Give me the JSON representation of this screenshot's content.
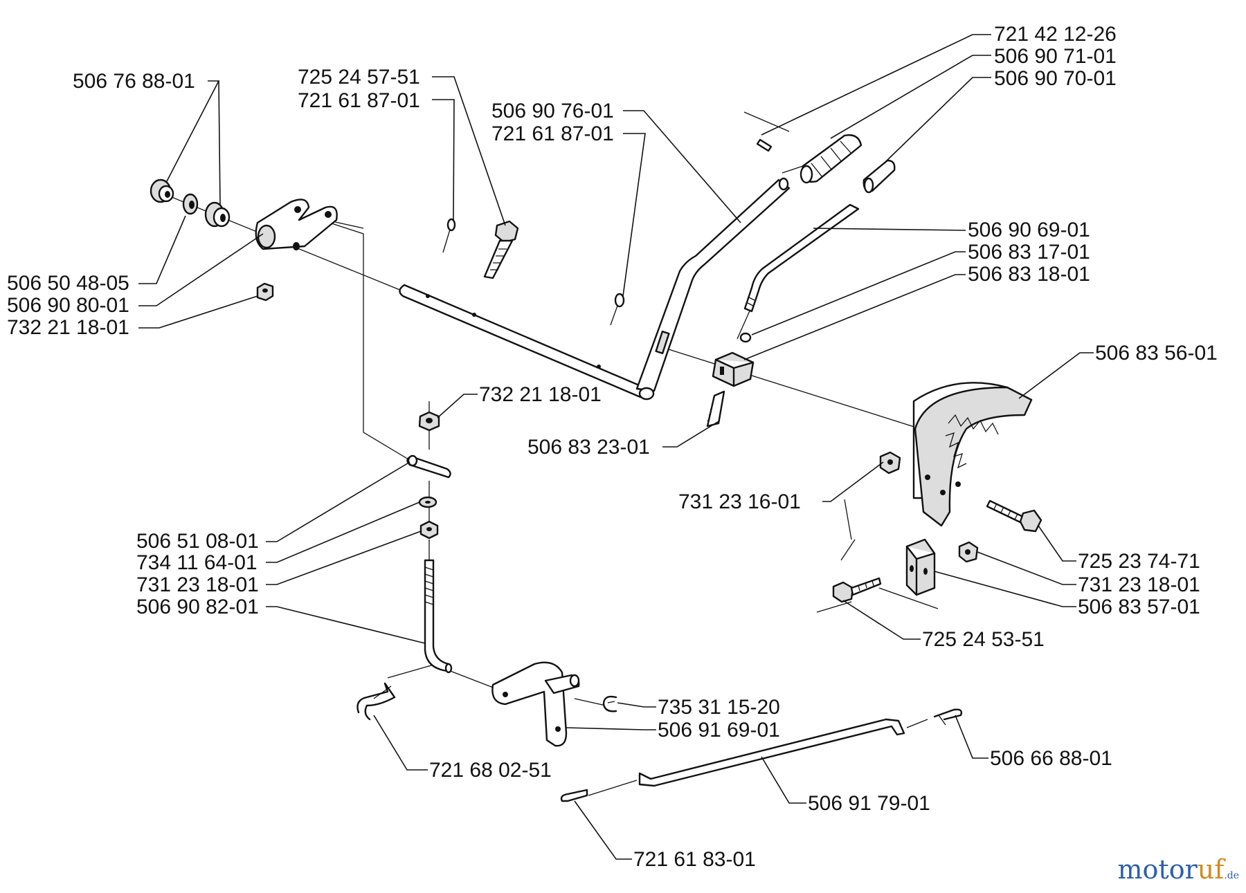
{
  "diagram": {
    "parts": [
      {
        "id": "p01",
        "label": "721 42 12-26"
      },
      {
        "id": "p02",
        "label": "506 90 71-01"
      },
      {
        "id": "p03",
        "label": "506 90 70-01"
      },
      {
        "id": "p04",
        "label": "506 76 88-01"
      },
      {
        "id": "p05",
        "label": "725 24 57-51"
      },
      {
        "id": "p06",
        "label": "721 61 87-01"
      },
      {
        "id": "p07",
        "label": "506 90 76-01"
      },
      {
        "id": "p08",
        "label": "721 61 87-01"
      },
      {
        "id": "p09",
        "label": "506 90 69-01"
      },
      {
        "id": "p10",
        "label": "506 83 17-01"
      },
      {
        "id": "p11",
        "label": "506 83 18-01"
      },
      {
        "id": "p12",
        "label": "506 50 48-05"
      },
      {
        "id": "p13",
        "label": "506 90 80-01"
      },
      {
        "id": "p14",
        "label": "732 21 18-01"
      },
      {
        "id": "p15",
        "label": "506 83 56-01"
      },
      {
        "id": "p16",
        "label": "732 21 18-01"
      },
      {
        "id": "p17",
        "label": "506 83 23-01"
      },
      {
        "id": "p18",
        "label": "731 23 16-01"
      },
      {
        "id": "p19",
        "label": "506 51 08-01"
      },
      {
        "id": "p20",
        "label": "734 11 64-01"
      },
      {
        "id": "p21",
        "label": "731 23 18-01"
      },
      {
        "id": "p22",
        "label": "506 90 82-01"
      },
      {
        "id": "p23",
        "label": "725 23 74-71"
      },
      {
        "id": "p24",
        "label": "731 23 18-01"
      },
      {
        "id": "p25",
        "label": "506 83 57-01"
      },
      {
        "id": "p26",
        "label": "725 24 53-51"
      },
      {
        "id": "p27",
        "label": "735 31 15-20"
      },
      {
        "id": "p28",
        "label": "506 91 69-01"
      },
      {
        "id": "p29",
        "label": "721 68 02-51"
      },
      {
        "id": "p30",
        "label": "506 66 88-01"
      },
      {
        "id": "p31",
        "label": "506 91 79-01"
      },
      {
        "id": "p32",
        "label": "721 61 83-01"
      }
    ]
  },
  "watermark": {
    "brand_a": "motor",
    "brand_b": "uf",
    "tld": ".de"
  }
}
